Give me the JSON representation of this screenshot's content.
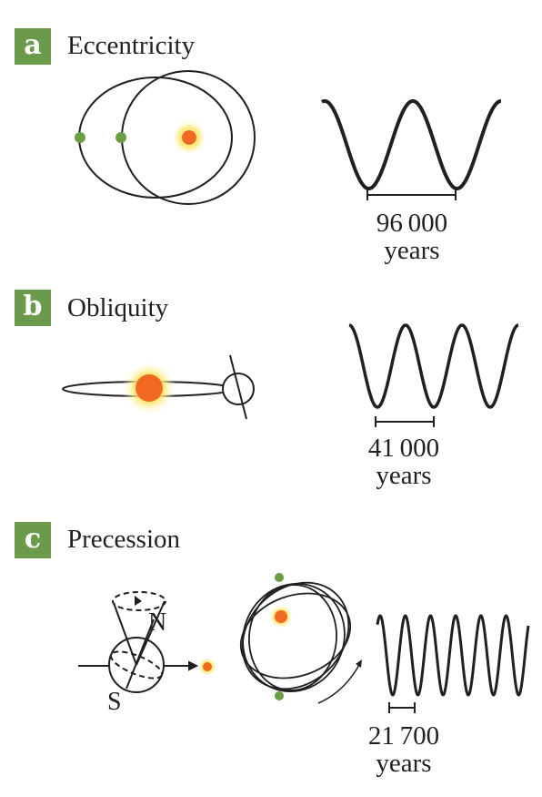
{
  "panels": [
    {
      "letter": "a",
      "title": "Eccentricity",
      "period": "96 000",
      "unit": "years"
    },
    {
      "letter": "b",
      "title": "Obliquity",
      "period": "41 000",
      "unit": "years"
    },
    {
      "letter": "c",
      "title": "Precession",
      "period": "21 700",
      "unit": "years"
    }
  ],
  "poles": {
    "north": "N",
    "south": "S"
  },
  "colors": {
    "badge": "#6b9a4a",
    "sun": "#f26a21",
    "glow": "#ffe66b",
    "planet": "#6a9e43",
    "ink": "#231f20"
  }
}
